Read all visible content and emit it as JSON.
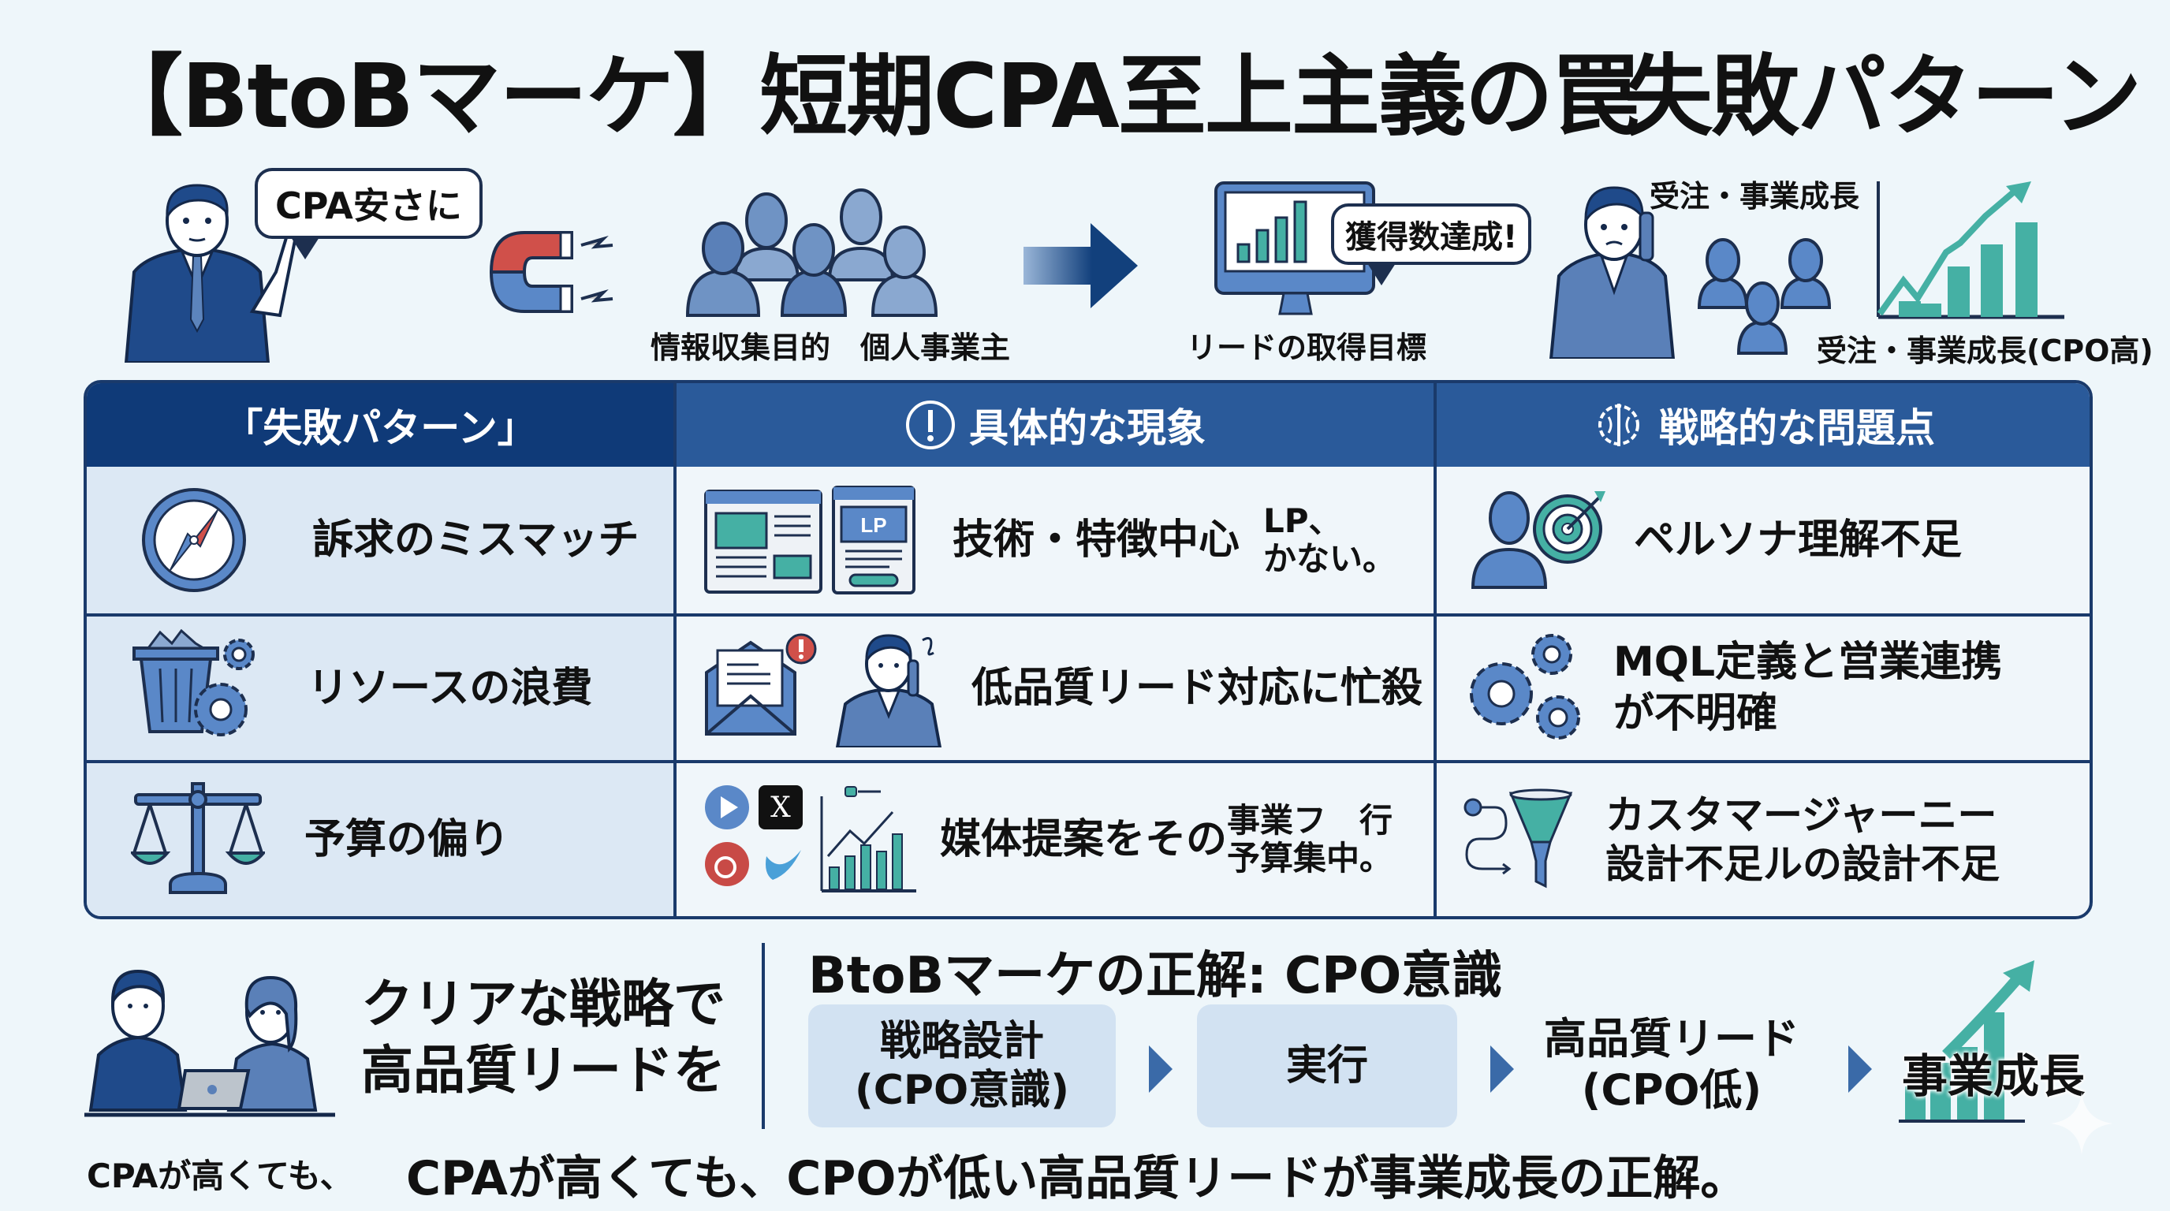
{
  "header": {
    "title": "【BtoBマーケ】短期CPA至上主義の罠",
    "subtitle": "失敗パターン"
  },
  "top_illustration": {
    "speech_bubble": "CPA安さに",
    "people_label": "情報収集目的　個人事業主",
    "monitor_bubble": "獲得数達成!",
    "monitor_label": "リードの取得目標",
    "growth_label_top": "受注・事業成長",
    "growth_label_bottom": "受注・事業成長(CPO高)"
  },
  "table": {
    "headers": [
      "「失敗パターン」",
      "具体的な現象",
      "戦略的な問題点"
    ],
    "header_icons": [
      "",
      "exclamation-circle-icon",
      "brain-gear-icon"
    ],
    "rows": [
      {
        "pattern": "訴求のミスマッチ",
        "pattern_icon": "compass-icon",
        "phenomenon": "技術・特徴中心",
        "phenomenon_note": "LP、\nかない。",
        "phenomenon_icon": "landing-page-icon",
        "lp_label": "LP",
        "problem": "ペルソナ理解不足",
        "problem_icon": "persona-target-icon"
      },
      {
        "pattern": "リソースの浪費",
        "pattern_icon": "trash-gears-icon",
        "phenomenon": "低品質リード対応に忙殺",
        "phenomenon_icon": "mail-phone-icon",
        "problem": "MQL定義と営業連携\nが不明確",
        "problem_icon": "gears-icon"
      },
      {
        "pattern": "予算の偏り",
        "pattern_icon": "scale-icon",
        "phenomenon": "媒体提案をその",
        "phenomenon_note": "事業フ　行\n予算集中。",
        "phenomenon_icon": "social-media-chart-icon",
        "problem": "カスタマージャーニー\n設計不足ルの設計不足",
        "problem_icon": "journey-funnel-icon"
      }
    ]
  },
  "bottom": {
    "slogan_line1": "クリアな戦略で",
    "slogan_line2": "高品質リードを",
    "caption_small": "CPAが高くても、",
    "answer_title": "BtoBマーケの正解: CPO意識",
    "flow": [
      {
        "label": "戦略設計\n(CPO意識)",
        "boxed": true
      },
      {
        "label": "実行",
        "boxed": true
      },
      {
        "label": "高品質リード\n(CPO低)",
        "boxed": false
      },
      {
        "label": "事業成長",
        "boxed": false
      }
    ],
    "conclusion": "CPAが高くても、CPOが低い高品質リードが事業成長の正解。"
  },
  "colors": {
    "navy": "#0f3a78",
    "blue": "#2a5a9a",
    "teal": "#45b0a4",
    "background": "#eef6fa",
    "red": "#d05050"
  }
}
